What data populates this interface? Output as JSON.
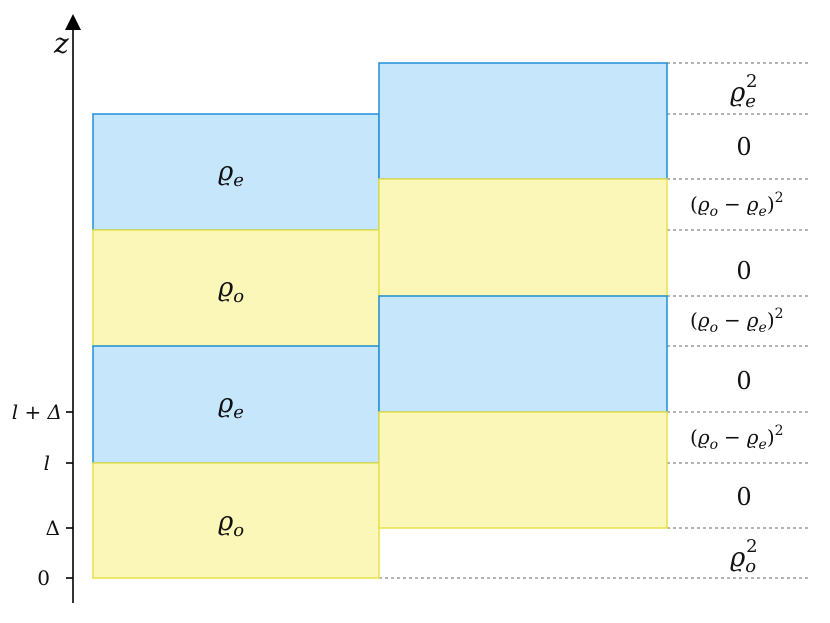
{
  "axis": {
    "label": "z"
  },
  "ticks": {
    "zero": "0",
    "delta": "Δ",
    "l": "l",
    "l_plus_delta": "l + Δ"
  },
  "left_column": {
    "layers": [
      {
        "label": "ϱ",
        "sub": "e",
        "material": "e"
      },
      {
        "label": "ϱ",
        "sub": "o",
        "material": "o"
      },
      {
        "label": "ϱ",
        "sub": "e",
        "material": "e"
      },
      {
        "label": "ϱ",
        "sub": "o",
        "material": "o"
      }
    ]
  },
  "right_column": {
    "layers": [
      {
        "material": "e"
      },
      {
        "material": "o"
      },
      {
        "material": "e"
      },
      {
        "material": "o"
      }
    ]
  },
  "products": {
    "top": {
      "base": "ϱ",
      "sub": "e",
      "sup": "2"
    },
    "zero": "0",
    "diff": {
      "open": "(",
      "a": "ϱ",
      "a_sub": "o",
      "minus": "−",
      "b": "ϱ",
      "b_sub": "e",
      "close": ")",
      "sup": "2"
    },
    "bottom": {
      "base": "ϱ",
      "sub": "o",
      "sup": "2"
    }
  },
  "colors": {
    "blue_fill": "#c6e6fb",
    "blue_stroke": "#1f8fd6",
    "yellow_fill": "#fbf7b8",
    "yellow_stroke": "#e8e04a",
    "dash": "#888888"
  }
}
